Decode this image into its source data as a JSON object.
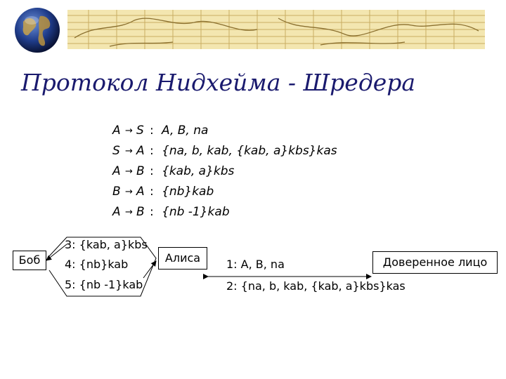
{
  "title": "Протокол Нидхейма - Шредера",
  "protocol_steps": [
    {
      "from": "A",
      "arrow": "→",
      "to": "S",
      "colon": ":",
      "message": "A, B, na"
    },
    {
      "from": "S",
      "arrow": "→",
      "to": "A",
      "colon": ":",
      "message": "{na, b, kab, {kab, a}kbs}kas"
    },
    {
      "from": "A",
      "arrow": "→",
      "to": "B",
      "colon": ":",
      "message": "{kab, a}kbs"
    },
    {
      "from": "B",
      "arrow": "→",
      "to": "A",
      "colon": ":",
      "message": "{nb}kab"
    },
    {
      "from": "A",
      "arrow": "→",
      "to": "B",
      "colon": ":",
      "message": "{nb -1}kab"
    }
  ],
  "nodes": {
    "bob": "Боб",
    "alice": "Алиса",
    "trusted": "Доверенное лицо"
  },
  "bob_alice_messages": {
    "m3": "3: {kab, a}kbs",
    "m4": "4: {nb}kab",
    "m5": "5: {nb -1}kab"
  },
  "alice_trusted_messages": {
    "m1": "1: A, B, na",
    "m2": "2: {na, b, kab, {kab, a}kbs}kas"
  },
  "colors": {
    "title": "#1a1a6e",
    "map_background": "#f3e6b0",
    "map_lines": "#b89a4a"
  }
}
